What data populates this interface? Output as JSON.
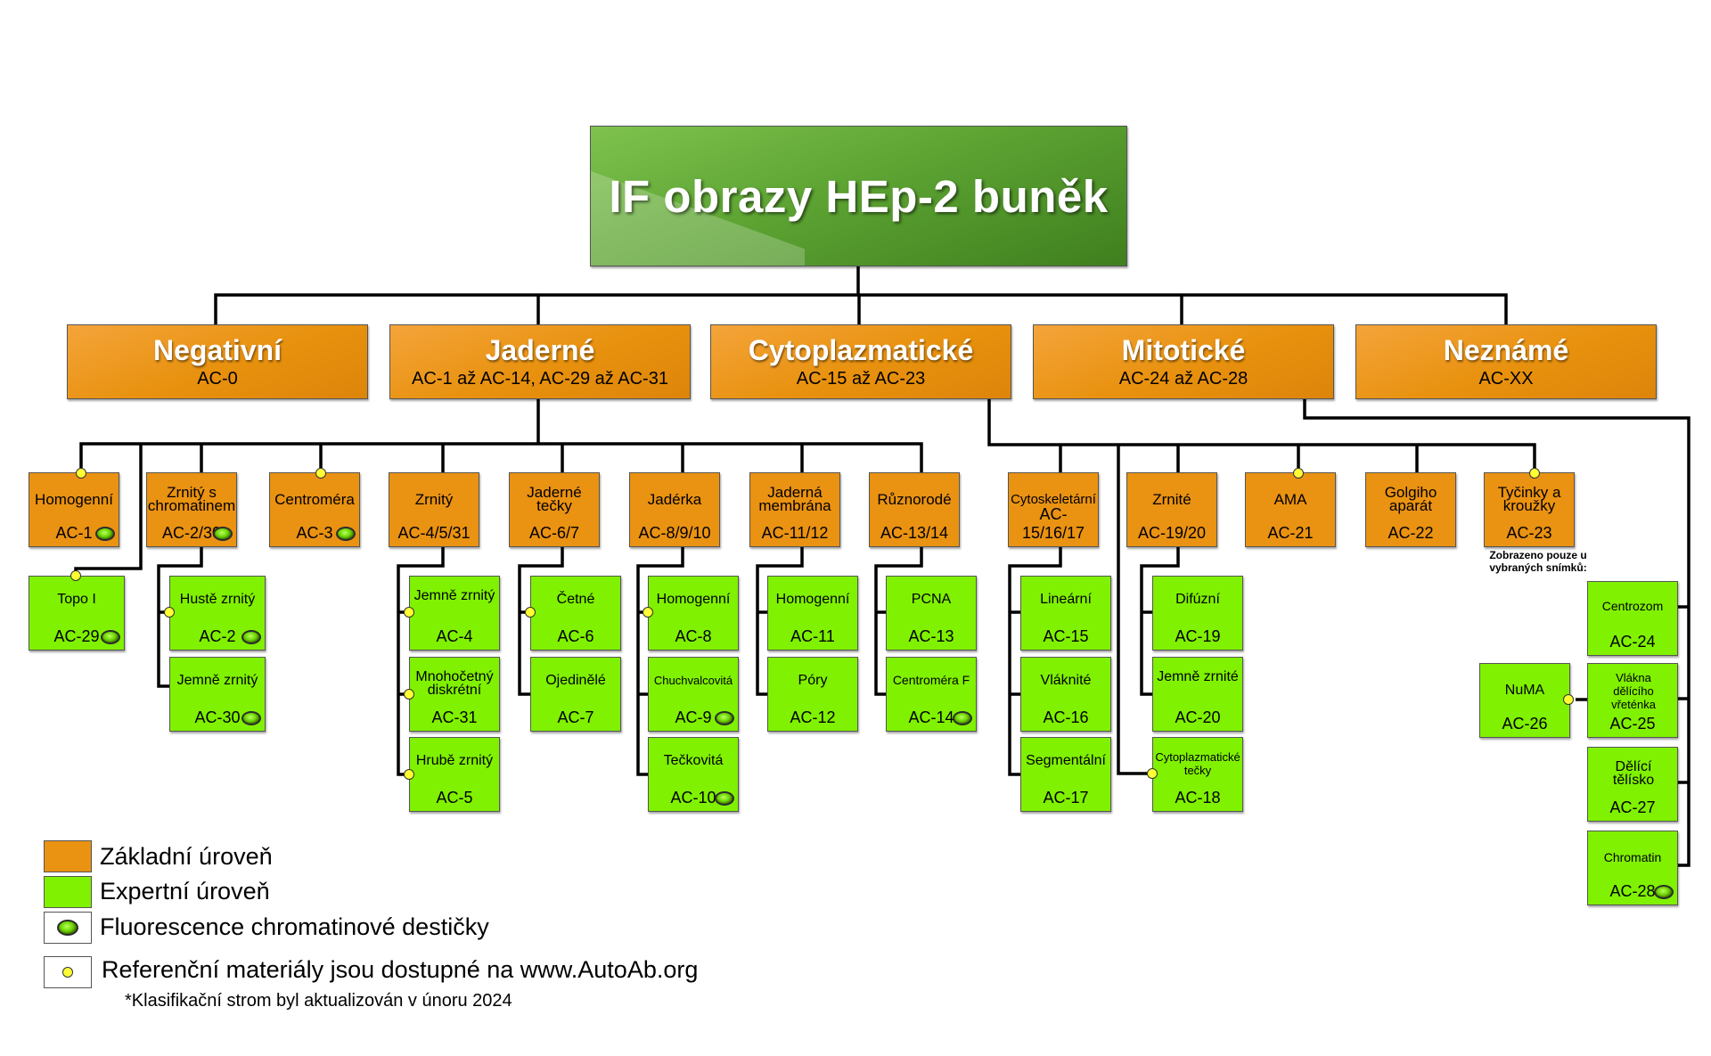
{
  "root": {
    "title": "IF obrazy HEp-2 buněk"
  },
  "categories": [
    {
      "name": "Negativní",
      "code": "AC-0"
    },
    {
      "name": "Jaderné",
      "code": "AC-1 až AC-14, AC-29 až AC-31"
    },
    {
      "name": "Cytoplazmatické",
      "code": "AC-15 až AC-23"
    },
    {
      "name": "Mitotické",
      "code": "AC-24 až AC-28"
    },
    {
      "name": "Neznámé",
      "code": "AC-XX"
    }
  ],
  "basic": [
    {
      "name": "Homogenní",
      "code": "AC-1"
    },
    {
      "name": "Zrnitý s chromatinem",
      "code": "AC-2/30"
    },
    {
      "name": "Centroméra",
      "code": "AC-3"
    },
    {
      "name": "Zrnitý",
      "code": "AC-4/5/31"
    },
    {
      "name": "Jaderné tečky",
      "code": "AC-6/7"
    },
    {
      "name": "Jadérka",
      "code": "AC-8/9/10"
    },
    {
      "name": "Jaderná membrána",
      "code": "AC-11/12"
    },
    {
      "name": "Různorodé",
      "code": "AC-13/14"
    },
    {
      "name": "Cytoskeletární",
      "code": "AC-15/16/17"
    },
    {
      "name": "Zrnité",
      "code": "AC-19/20"
    },
    {
      "name": "AMA",
      "code": "AC-21"
    },
    {
      "name": "Golgiho aparát",
      "code": "AC-22"
    },
    {
      "name": "Tyčinky a kroužky",
      "code": "AC-23"
    }
  ],
  "expert": [
    {
      "name": "Topo I",
      "code": "AC-29"
    },
    {
      "name": "Hustě zrnitý",
      "code": "AC-2"
    },
    {
      "name": "Jemně zrnitý",
      "code": "AC-30"
    },
    {
      "name": "Jemně zrnitý",
      "code": "AC-4"
    },
    {
      "name": "Mnohočetný diskrétní",
      "code": "AC-31"
    },
    {
      "name": "Hrubě zrnitý",
      "code": "AC-5"
    },
    {
      "name": "Četné",
      "code": "AC-6"
    },
    {
      "name": "Ojedinělé",
      "code": "AC-7"
    },
    {
      "name": "Homogenní",
      "code": "AC-8"
    },
    {
      "name": "Chuchvalcovitá",
      "code": "AC-9"
    },
    {
      "name": "Tečkovitá",
      "code": "AC-10"
    },
    {
      "name": "Homogenní",
      "code": "AC-11"
    },
    {
      "name": "Póry",
      "code": "AC-12"
    },
    {
      "name": "PCNA",
      "code": "AC-13"
    },
    {
      "name": "Centroméra F",
      "code": "AC-14"
    },
    {
      "name": "Lineární",
      "code": "AC-15"
    },
    {
      "name": "Vláknité",
      "code": "AC-16"
    },
    {
      "name": "Segmentální",
      "code": "AC-17"
    },
    {
      "name": "Difúzní",
      "code": "AC-19"
    },
    {
      "name": "Jemně zrnité",
      "code": "AC-20"
    },
    {
      "name": "Cytoplazmatické tečky",
      "code": "AC-18"
    },
    {
      "name": "Centrozom",
      "code": "AC-24"
    },
    {
      "name": "Vlákna dělícího vřeténka",
      "code": "AC-25"
    },
    {
      "name": "NuMA",
      "code": "AC-26"
    },
    {
      "name": "Dělící tělísko",
      "code": "AC-27"
    },
    {
      "name": "Chromatin",
      "code": "AC-28"
    }
  ],
  "rods_note": "Zobrazeno pouze u vybraných snímků:",
  "legend": {
    "basic": "Základní úroveň",
    "expert": "Expertní úroveň",
    "fluor": "Fluorescence chromatinové destičky",
    "ref": "Referenční materiály jsou dostupné na www.AutoAb.org"
  },
  "footnote": "*Klasifikační strom byl aktualizován v únoru 2024",
  "colors": {
    "root": "#5da433",
    "basic": "#ea9212",
    "expert": "#80f100",
    "ref_dot": "#ffff33"
  },
  "icons": {
    "fluor": "chromatin-plate-icon",
    "ref": "reference-dot-icon"
  }
}
